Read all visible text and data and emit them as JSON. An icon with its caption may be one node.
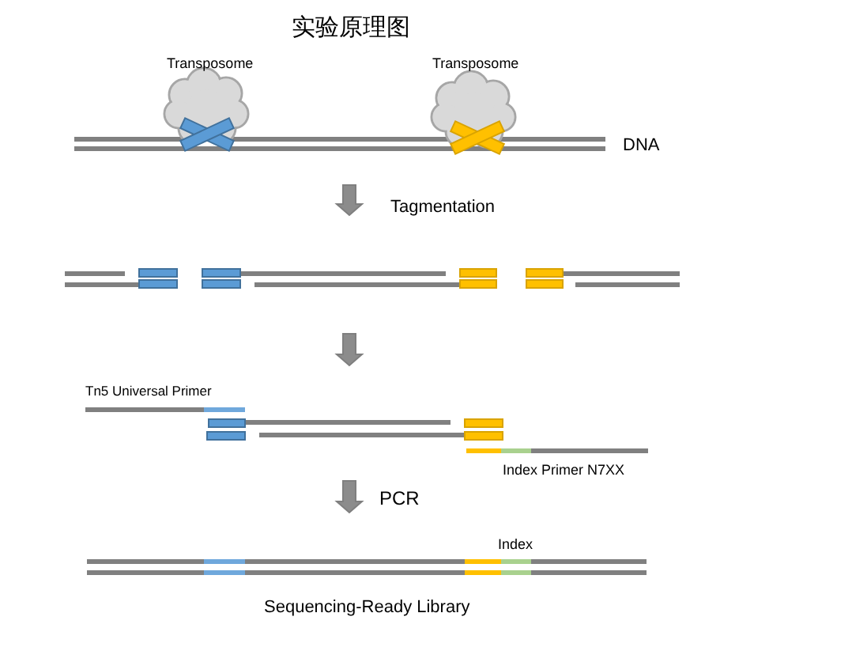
{
  "diagram": {
    "title": "实验原理图",
    "labels": [
      "Transposome",
      "Transposome",
      "DNA",
      "Tagmentation",
      "Tn5 Universal Primer",
      "Index Primer N7XX",
      "PCR",
      "Index",
      "Sequencing-Ready Library"
    ]
  }
}
